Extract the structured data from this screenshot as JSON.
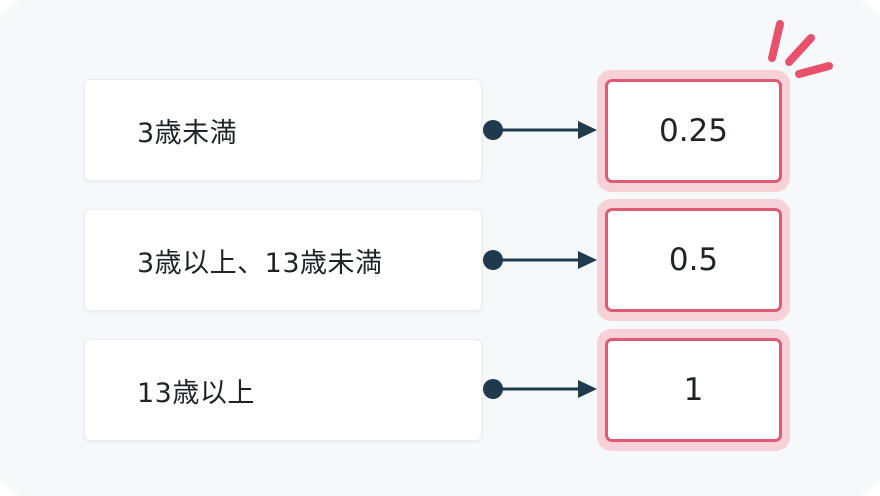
{
  "rows": [
    {
      "label": "3歳未満",
      "value": "0.25"
    },
    {
      "label": "3歳以上、13歳未満",
      "value": "0.5"
    },
    {
      "label": "13歳以上",
      "value": "1"
    }
  ],
  "colors": {
    "background": "#f7f8fa",
    "label_box": "#ffffff",
    "arrow": "#1f3a4d",
    "value_border": "#e05a73",
    "value_halo": "#f6d1d7",
    "sparkle": "#e8506c"
  },
  "icons": {
    "connector": "dot-arrow-icon",
    "emphasis": "sparkle-icon"
  }
}
